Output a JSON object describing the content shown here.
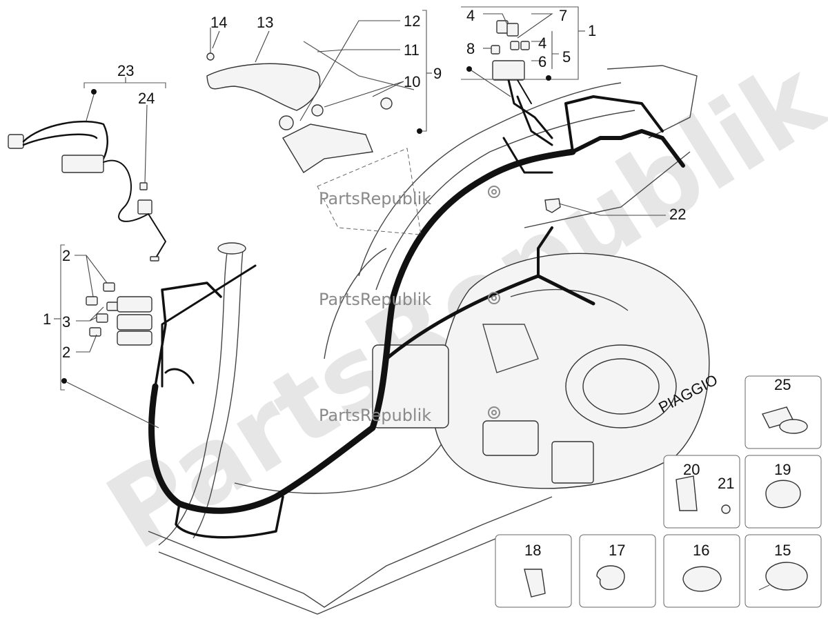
{
  "callouts": {
    "c1_top": "1",
    "c1_left": "1",
    "c2_top": "2",
    "c2_bottom": "2",
    "c3": "3",
    "c4_a": "4",
    "c4_b": "4",
    "c5": "5",
    "c6": "6",
    "c7": "7",
    "c8": "8",
    "c9": "9",
    "c10": "10",
    "c11": "11",
    "c12": "12",
    "c13": "13",
    "c14": "14",
    "c15": "15",
    "c16": "16",
    "c17": "17",
    "c18": "18",
    "c19": "19",
    "c20": "20",
    "c21": "21",
    "c22": "22",
    "c23": "23",
    "c24": "24",
    "c25": "25"
  },
  "watermark": {
    "brand": "PartsRepublik",
    "diagonal": "PartsRepublik",
    "engine_logo": "PIAGGIO"
  },
  "colors": {
    "harness": "#111111",
    "line": "#444444",
    "watermark": "#d2d2d2"
  }
}
